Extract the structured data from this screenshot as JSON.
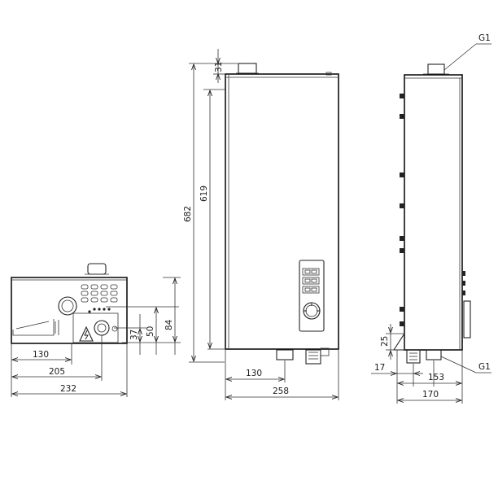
{
  "bottom_view": {
    "dim_130": "130",
    "dim_205": "205",
    "dim_232": "232",
    "dim_37": "37",
    "dim_50": "50",
    "dim_84": "84"
  },
  "front_view": {
    "dim_31": "31",
    "dim_619": "619",
    "dim_682": "682",
    "dim_130": "130",
    "dim_258": "258"
  },
  "side_view": {
    "label_g1_top": "G1",
    "label_g1_bottom": "G1",
    "dim_25": "25",
    "dim_17": "17",
    "dim_153": "153",
    "dim_170": "170"
  },
  "icons": {
    "warning": "high-voltage-warning-icon"
  }
}
